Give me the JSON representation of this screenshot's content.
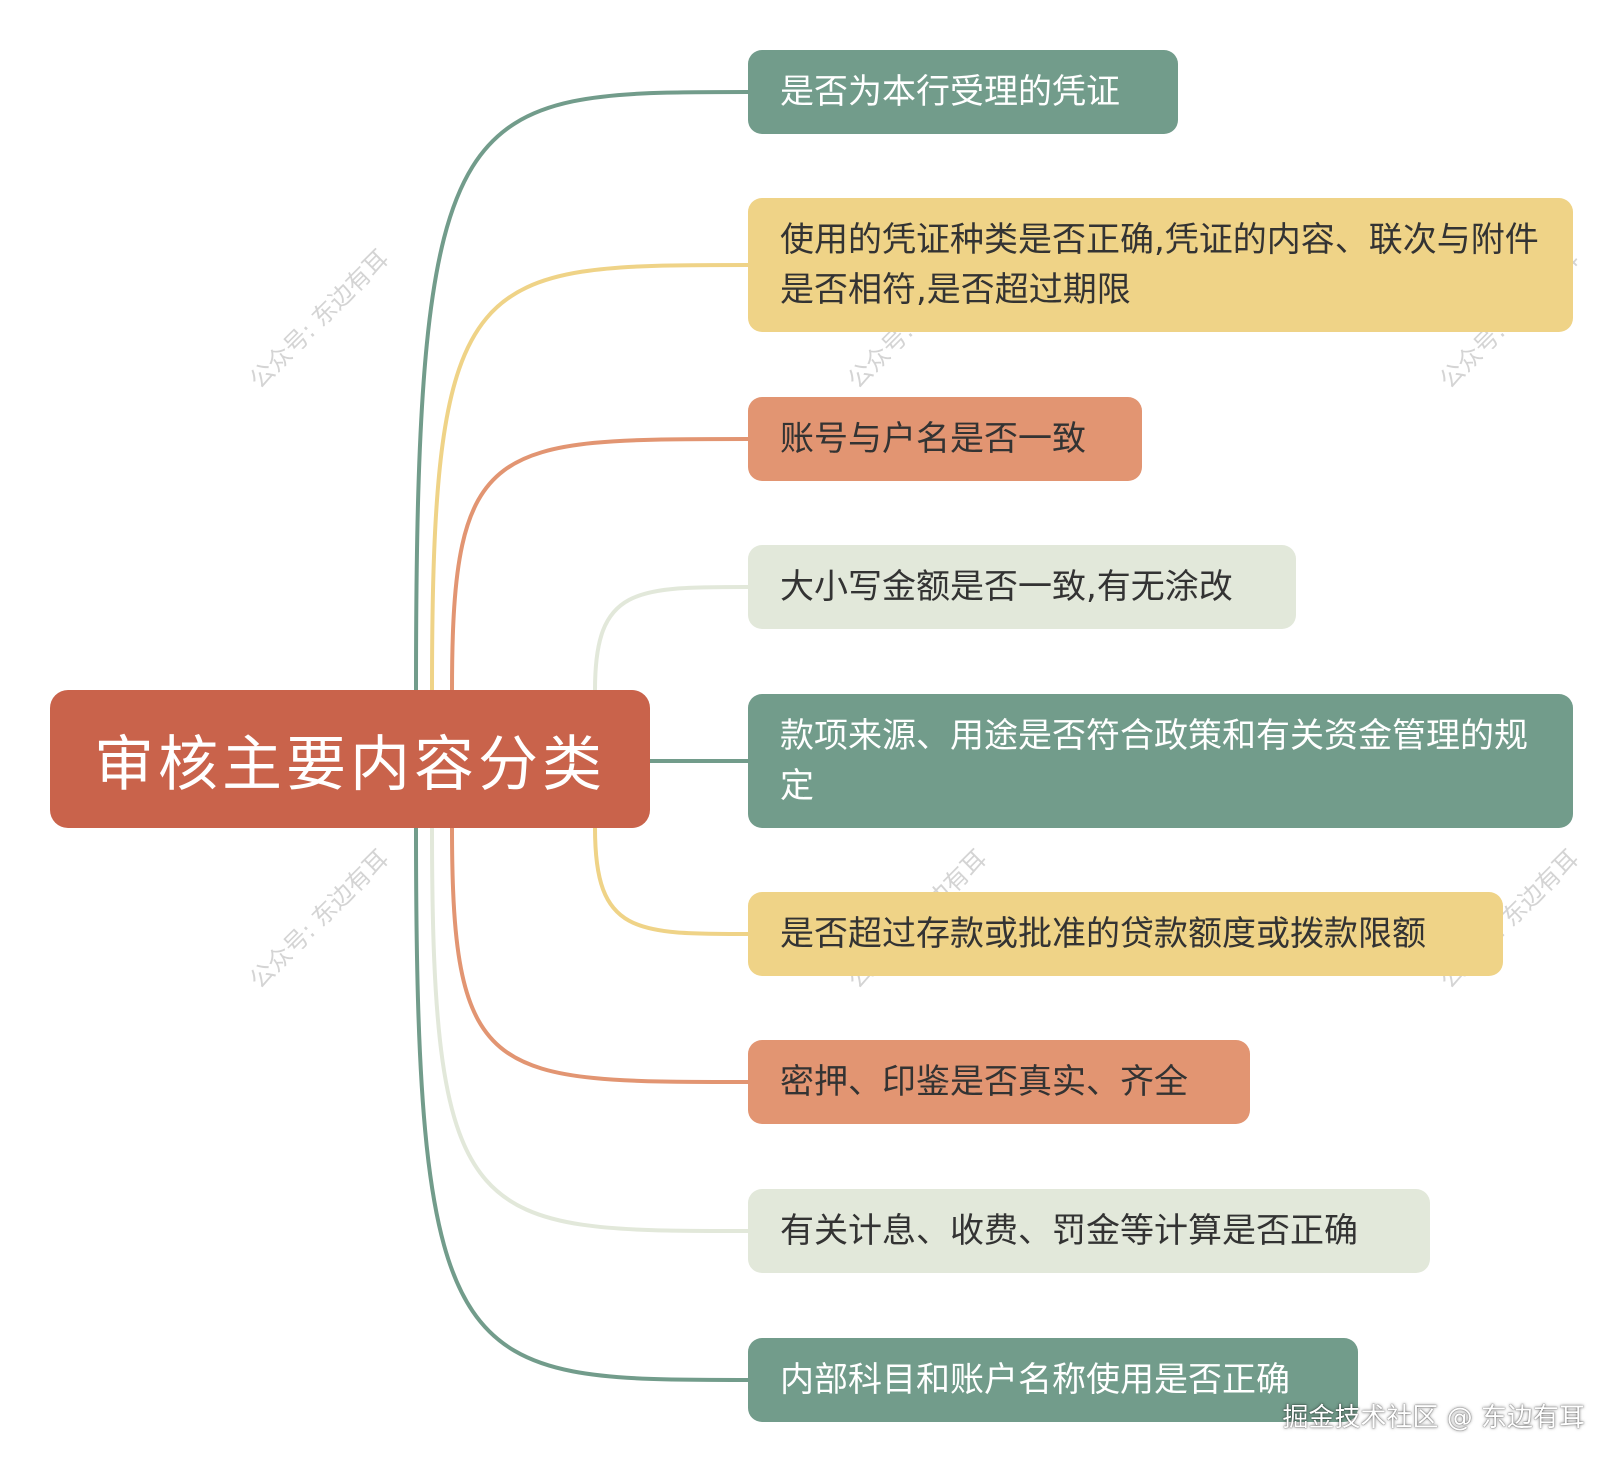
{
  "root": {
    "label": "审核主要内容分类",
    "color": "#c9634b"
  },
  "branches": [
    {
      "label": "是否为本行受理的凭证",
      "bg": "#729c8b",
      "text": "#ffffff",
      "line": "#729c8b"
    },
    {
      "label": "使用的凭证种类是否正确,凭证的内容、联次与附件是否相符,是否超过期限",
      "bg": "#efd387",
      "text": "#333333",
      "line": "#efd387"
    },
    {
      "label": "账号与户名是否一致",
      "bg": "#e29572",
      "text": "#333333",
      "line": "#e29572"
    },
    {
      "label": "大小写金额是否一致,有无涂改",
      "bg": "#e2e8da",
      "text": "#333333",
      "line": "#e2e8da"
    },
    {
      "label": "款项来源、用途是否符合政策和有关资金管理的规定",
      "bg": "#729c8b",
      "text": "#ffffff",
      "line": "#729c8b"
    },
    {
      "label": "是否超过存款或批准的贷款额度或拨款限额",
      "bg": "#efd387",
      "text": "#333333",
      "line": "#efd387"
    },
    {
      "label": "密押、印鉴是否真实、齐全",
      "bg": "#e29572",
      "text": "#333333",
      "line": "#e29572"
    },
    {
      "label": "有关计息、收费、罚金等计算是否正确",
      "bg": "#e2e8da",
      "text": "#333333",
      "line": "#e2e8da"
    },
    {
      "label": "内部科目和账户名称使用是否正确",
      "bg": "#729c8b",
      "text": "#ffffff",
      "line": "#729c8b"
    }
  ],
  "watermark": {
    "text": "公众号: 东边有耳"
  },
  "credit": {
    "text": "掘金技术社区 @ 东边有耳"
  }
}
